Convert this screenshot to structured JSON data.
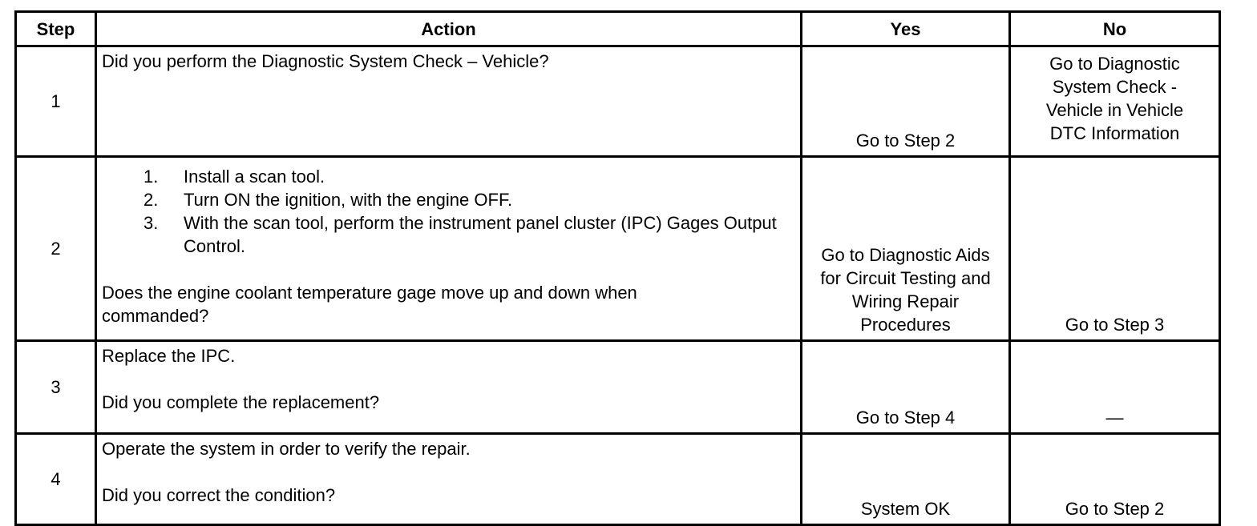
{
  "headers": {
    "step": "Step",
    "action": "Action",
    "yes": "Yes",
    "no": "No"
  },
  "rows": [
    {
      "step": "1",
      "action_text": "Did you perform the Diagnostic System Check – Vehicle?",
      "yes": "Go to Step 2",
      "no": [
        "Go to Diagnostic",
        "System Check -",
        "Vehicle in Vehicle",
        "DTC Information"
      ]
    },
    {
      "step": "2",
      "substeps": [
        {
          "num": "1.",
          "text": "Install a scan tool."
        },
        {
          "num": "2.",
          "text": "Turn ON the ignition, with the engine OFF."
        },
        {
          "num": "3.",
          "text": "With the scan tool, perform the instrument panel cluster (IPC) Gages Output Control."
        }
      ],
      "question": "Does the engine coolant temperature gage move up and down when commanded?",
      "yes": [
        "Go to Diagnostic Aids",
        "for Circuit Testing and",
        "Wiring Repair",
        "Procedures"
      ],
      "no": "Go to Step 3"
    },
    {
      "step": "3",
      "action_text": "Replace the IPC.",
      "question": "Did you complete the replacement?",
      "yes": "Go to Step 4",
      "no": "—"
    },
    {
      "step": "4",
      "action_text": "Operate the system in order to verify the repair.",
      "question": "Did you correct the condition?",
      "yes": "System OK",
      "no": "Go to Step 2"
    }
  ]
}
